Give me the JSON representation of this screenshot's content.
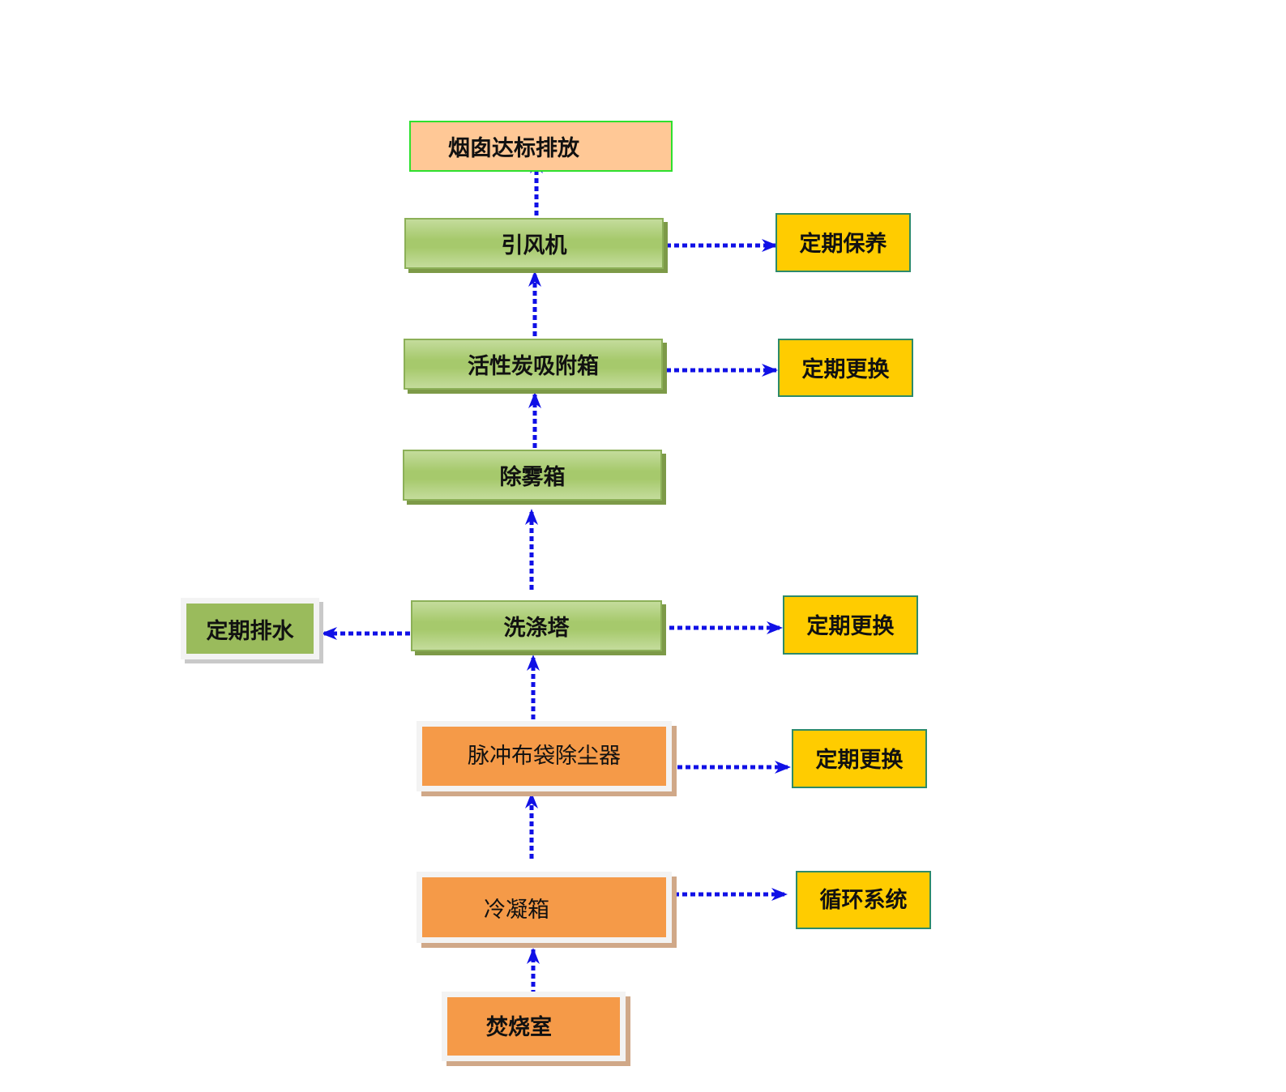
{
  "nodes": {
    "chimney": "烟囱达标排放",
    "fan": "引风机",
    "carbon": "活性炭吸附箱",
    "demister": "除雾箱",
    "scrubber": "洗涤塔",
    "baghouse": "脉冲布袋除尘器",
    "condenser": "冷凝箱",
    "incinerator": "焚烧室",
    "maint_fan": "定期保养",
    "replace_carbon": "定期更换",
    "replace_scrubber": "定期更换",
    "replace_baghouse": "定期更换",
    "circulation": "循环系统",
    "drain": "定期排水"
  },
  "colors": {
    "arrow": "#1010e6",
    "green_node": "#a6c96c",
    "orange_node": "#f59a48",
    "yellow_node": "#ffcc00",
    "target_node": "#ffc896"
  }
}
